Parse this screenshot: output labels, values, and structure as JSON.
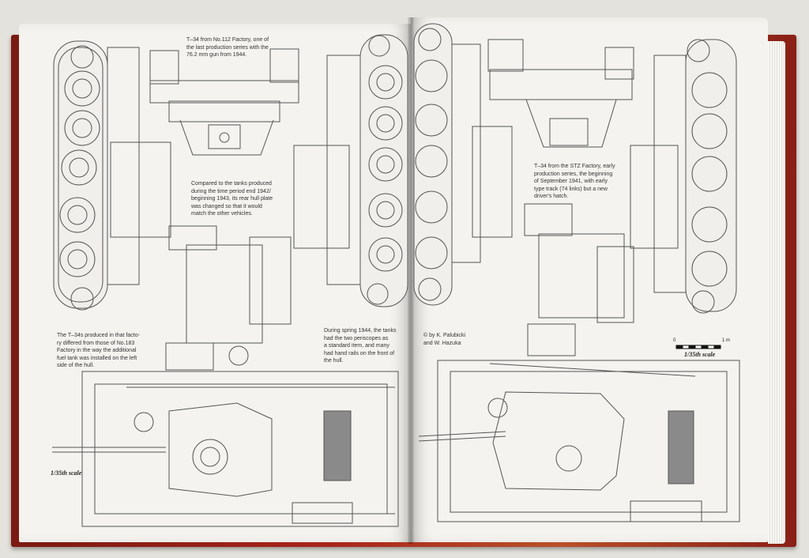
{
  "book": {
    "left_page": {
      "captions": {
        "top": "T–34 from No.112 Factory, one of\nthe last production series with the\n76.2 mm gun from 1944.",
        "middle": "Compared to the tanks produced\nduring the time period end 1942/\nbeginning 1943, its rear hull plate\nwas changed so that it would\nmatch the other vehicles.",
        "bottom_left": "The T–34s produced in that facto-\nry differed from those of No.183\nFactory in the way the additional\nfuel tank was installed on the left\nside of the hull.",
        "bottom_center": "During spring 1944, the tanks\nhad the two periscopes as\na standard item, and many\nhad hand rails on the front of\nthe hull."
      },
      "scale_label": "1/35th scale"
    },
    "right_page": {
      "captions": {
        "top": "T–34 from the STZ Factory, early\nproduction series, the beginning\nof September 1941, with early\ntype track (74 links) but a new\ndriver's hatch.",
        "credit": "© by K. Palubicki\nand W. Hazuka"
      },
      "scale_bar": {
        "start": "0",
        "end": "1 m"
      },
      "scale_label": "1/35th scale"
    }
  }
}
